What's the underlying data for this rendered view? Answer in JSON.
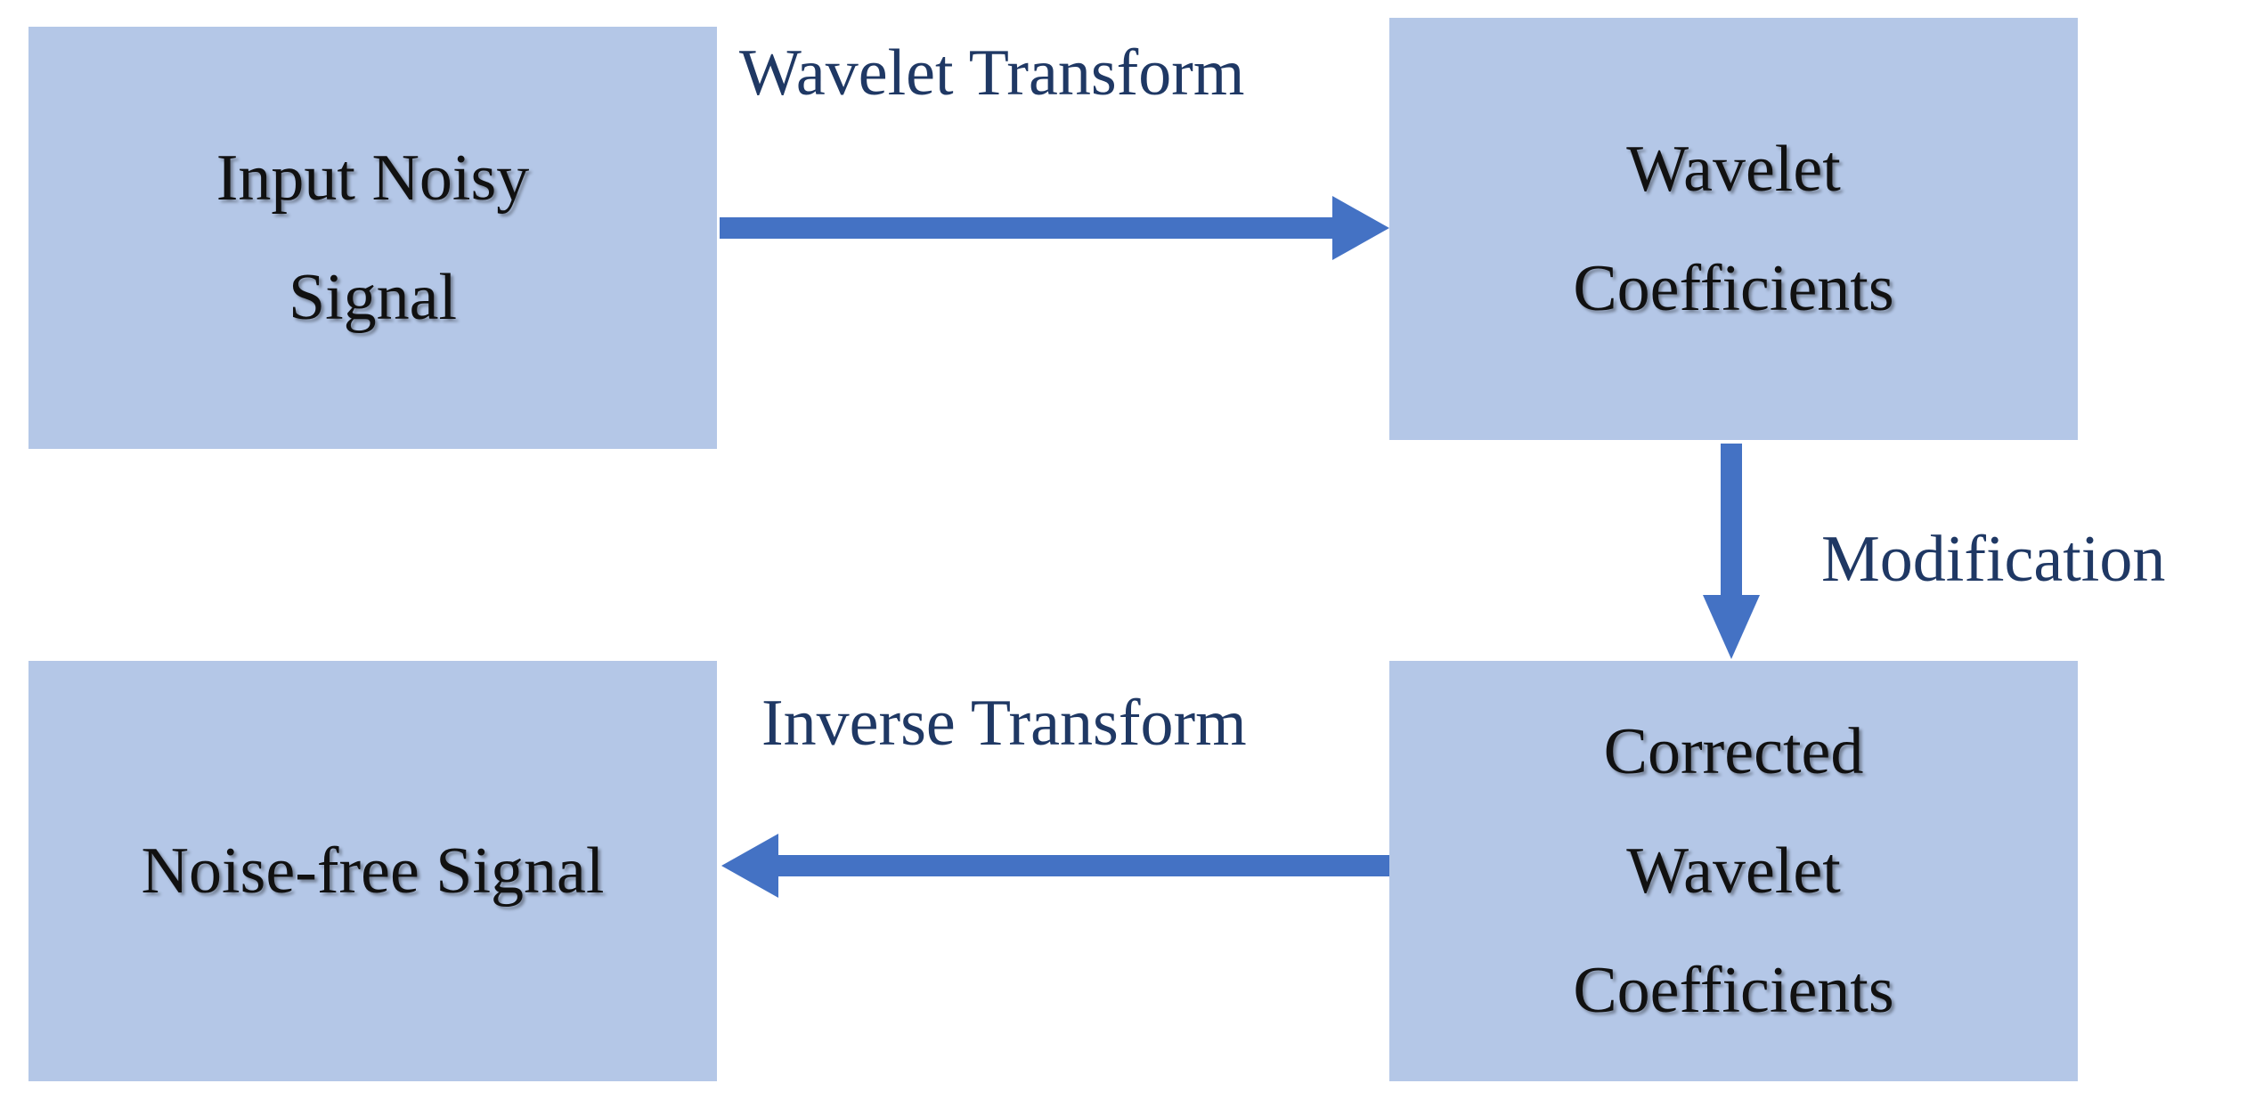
{
  "nodes": {
    "input": {
      "lines": [
        "Input Noisy",
        "Signal"
      ]
    },
    "coefficients": {
      "lines": [
        "Wavelet",
        "Coefficients"
      ]
    },
    "corrected": {
      "lines": [
        "Corrected",
        "Wavelet",
        "Coefficients"
      ]
    },
    "output": {
      "lines": [
        "Noise-free Signal"
      ]
    }
  },
  "edges": {
    "transform": "Wavelet Transform",
    "modification": "Modification",
    "inverse": "Inverse Transform"
  },
  "colors": {
    "box_fill": "#b4c7e7",
    "arrow": "#4472c4",
    "edge_label_text": "#1f3864",
    "node_text": "#111111"
  }
}
